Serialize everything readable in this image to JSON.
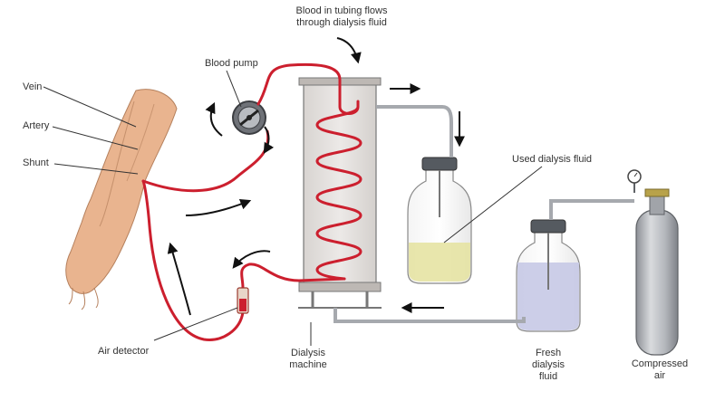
{
  "labels": {
    "tubing_title_line1": "Blood in tubing flows",
    "tubing_title_line2": "through dialysis fluid",
    "blood_pump": "Blood pump",
    "vein": "Vein",
    "artery": "Artery",
    "shunt": "Shunt",
    "used_fluid": "Used dialysis fluid",
    "air_detector": "Air detector",
    "machine_line1": "Dialysis",
    "machine_line2": "machine",
    "fresh_line1": "Fresh",
    "fresh_line2": "dialysis",
    "fresh_line3": "fluid",
    "air_line1": "Compressed",
    "air_line2": "air"
  },
  "colors": {
    "blood": "#cc1f2e",
    "skin": "#e9b48f",
    "used_fluid": "#e6e3a3",
    "fresh_fluid": "#c7c9e6",
    "cylinder": "#aeb2b8",
    "machine_fill": "#e2dedb"
  }
}
